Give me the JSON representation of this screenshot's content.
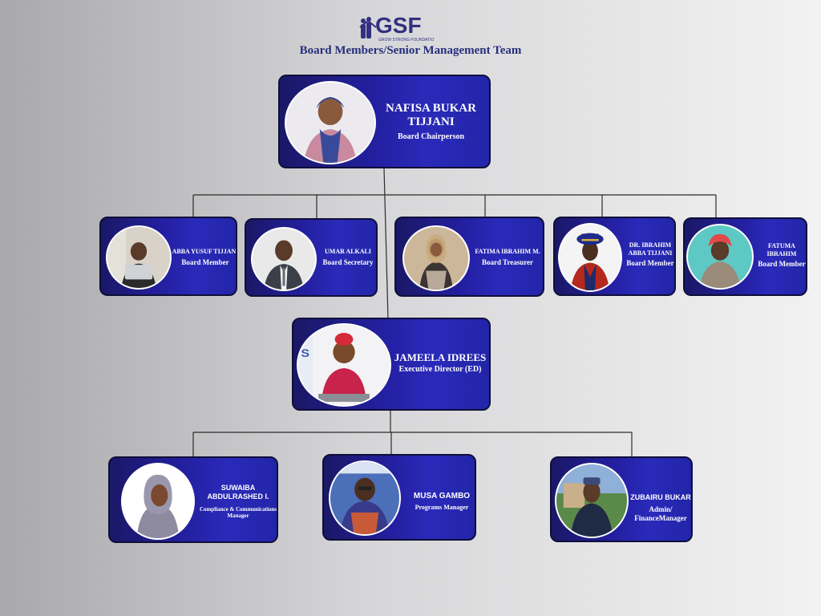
{
  "header": {
    "logo_text": "GSF",
    "logo_tagline": "GROW STRONG FOUNDATIO",
    "title": "Board Members/Senior Management Team"
  },
  "colors": {
    "card_dark": "#1a1866",
    "card_light": "#2a2aba",
    "title_navy": "#262e7c",
    "connector": "#2b2b2b"
  },
  "chair": {
    "name": "NAFISA BUKAR TIJJANI",
    "role": "Board Chairperson"
  },
  "board": [
    {
      "name": "ABBA YUSUF TIJJANI",
      "role": "Board Member"
    },
    {
      "name": "UMAR ALKALI",
      "role": "Board Secretary"
    },
    {
      "name": "FATIMA IBRAHIM M.",
      "role": "Board Treasurer"
    },
    {
      "name": "DR. IBRAHIM ABBA TIJJANI",
      "role": "Board Member"
    },
    {
      "name": "FATUMA IBRAHIM",
      "role": "Board Member"
    }
  ],
  "executive": {
    "name": "JAMEELA IDREES",
    "role": "Executive Director (ED)"
  },
  "management": [
    {
      "name": "SUWAIBA ABDULRASHED I.",
      "role": "Compliance & Communications Manager"
    },
    {
      "name": "MUSA GAMBO",
      "role": "Programs Manager"
    },
    {
      "name": "ZUBAIRU BUKAR",
      "role": "Admin/ FinanceManager"
    }
  ]
}
